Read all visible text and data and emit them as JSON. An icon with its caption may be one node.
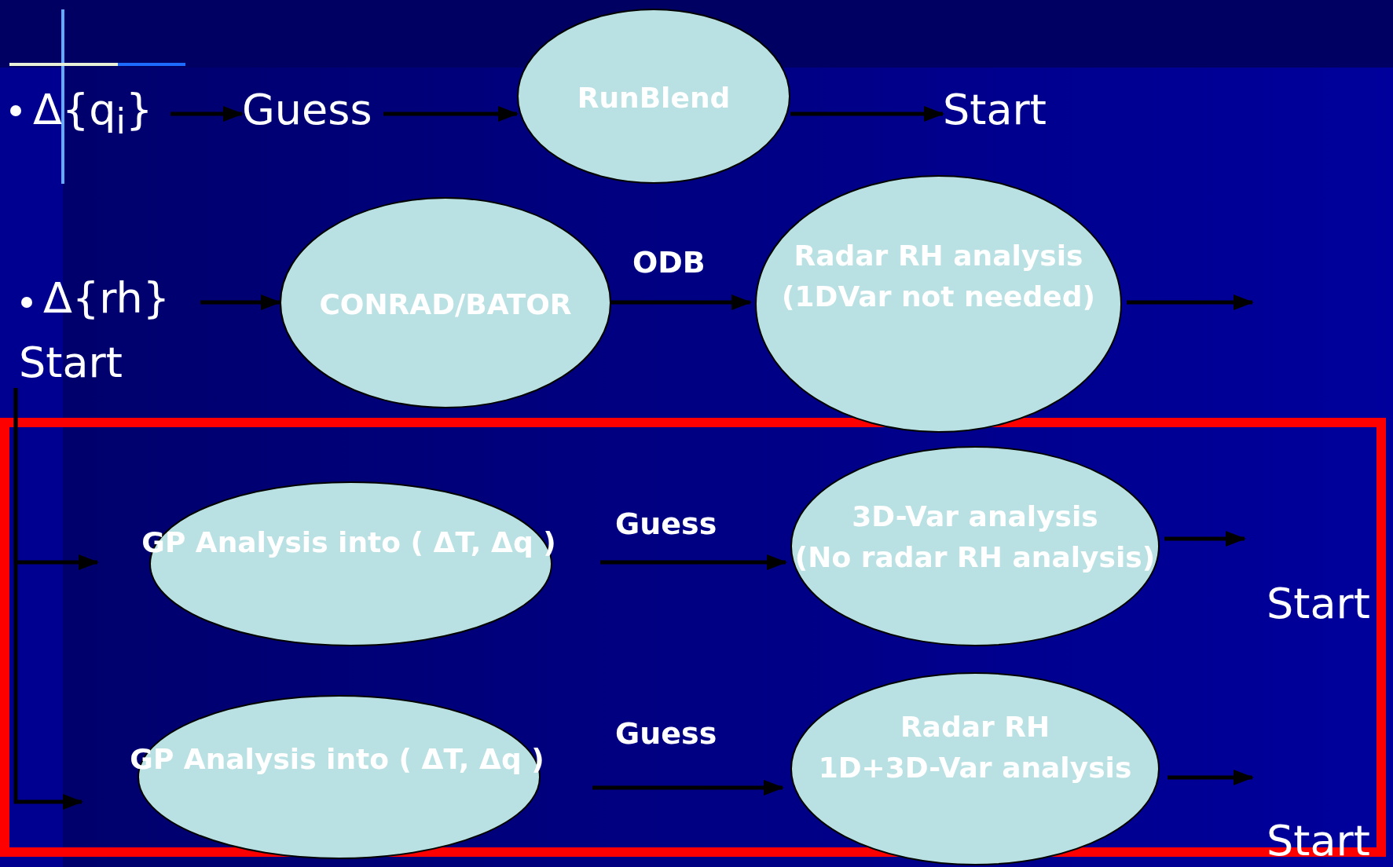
{
  "diagram": {
    "nodes": [
      {
        "text": [
          "Δ{q$_{i}$}"
        ]
      },
      {
        "text": [
          "Guess"
        ]
      },
      {
        "text": [
          "RunBlend"
        ]
      },
      {
        "text": [
          "Start"
        ]
      },
      {
        "text": [
          "Δ{rh}"
        ]
      },
      {
        "text": [
          "CONRAD/BATOR"
        ]
      },
      {
        "text": [
          "Radar RH analysis (1DVar not needed)"
        ]
      },
      {
        "text": [
          "Start"
        ]
      },
      {
        "text": [
          "GP Analysis into ( ΔT, Δq )"
        ]
      },
      {
        "text": [
          "3D-Var analysis (No radar RH analysis)"
        ]
      },
      {
        "text": [
          "GP Analysis into ( ΔT, Δq )"
        ]
      },
      {
        "text": [
          "Radar RH 1D+3D-Var analysis"
        ]
      }
    ],
    "edges": [
      {
        "from": 0,
        "to": 1,
        "arrow": "to"
      },
      {
        "from": 1,
        "to": 2,
        "arrow": "to"
      },
      {
        "from": 2,
        "to": 3,
        "arrow": "to"
      },
      {
        "from": 4,
        "to": 5,
        "arrow": "to"
      },
      {
        "from": 5,
        "to": 6,
        "arrow": "to",
        "label": "ODB"
      },
      {
        "from": 6,
        "to": null,
        "arrow": "to"
      },
      {
        "from": 7,
        "to": 8,
        "arrow": "to"
      },
      {
        "from": 7,
        "to": 10,
        "arrow": "to"
      },
      {
        "from": 8,
        "to": 9,
        "arrow": "to",
        "label": "Guess"
      },
      {
        "from": 9,
        "to": null,
        "arrow": "to"
      },
      {
        "from": 10,
        "to": 11,
        "arrow": "to",
        "label": "Guess"
      },
      {
        "from": 11,
        "to": null,
        "arrow": "to"
      }
    ],
    "labels": [
      "Start",
      "Start"
    ]
  }
}
